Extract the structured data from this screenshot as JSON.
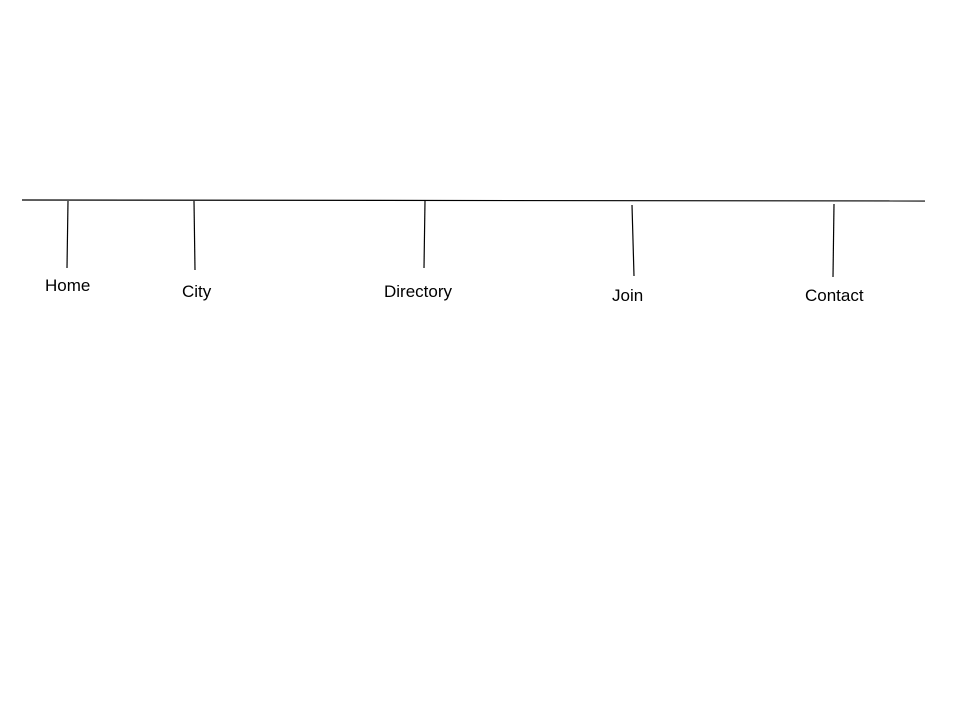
{
  "diagram": {
    "line_color": "#000000",
    "background": "#ffffff",
    "nav_items": [
      {
        "label": "Home"
      },
      {
        "label": "City"
      },
      {
        "label": "Directory"
      },
      {
        "label": "Join"
      },
      {
        "label": "Contact"
      }
    ]
  }
}
